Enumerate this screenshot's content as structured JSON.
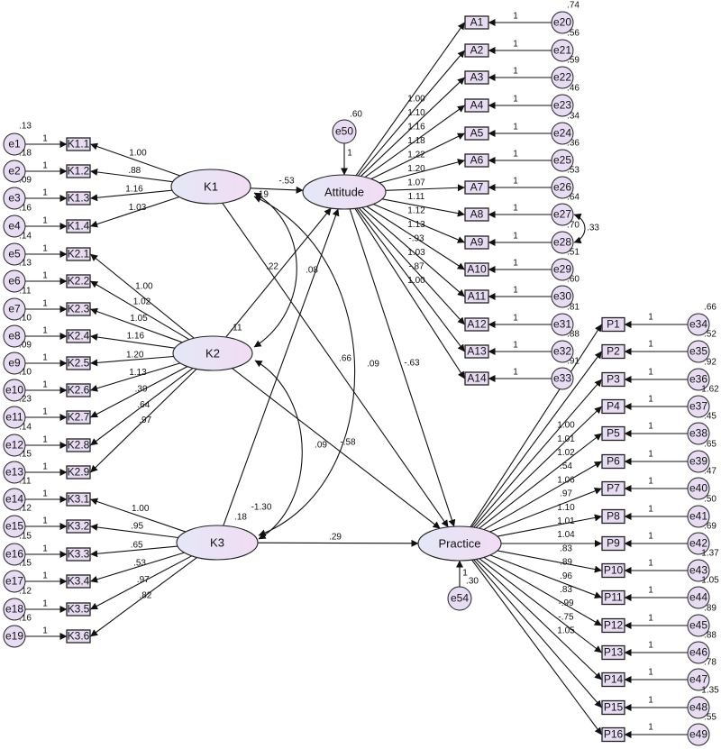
{
  "latents": [
    {
      "id": "K1",
      "label": "K1",
      "var": ""
    },
    {
      "id": "K2",
      "label": "K2",
      "var": ".11"
    },
    {
      "id": "K3",
      "label": "K3",
      "var": ".18"
    },
    {
      "id": "Attitude",
      "label": "Attitude",
      "var": ""
    },
    {
      "id": "Practice",
      "label": "Practice",
      "var": ""
    }
  ],
  "disturbances": [
    {
      "id": "e50",
      "label": "e50",
      "var": ".60",
      "loading": "1"
    },
    {
      "id": "e54",
      "label": "e54",
      "var": ".30",
      "loading": "1"
    }
  ],
  "indicators": {
    "K1": [
      {
        "name": "K1.1",
        "error": "e1",
        "err_var": ".13",
        "err_loading": "1",
        "loading": "1.00"
      },
      {
        "name": "K1.2",
        "error": "e2",
        "err_var": ".18",
        "err_loading": "1",
        "loading": ".88"
      },
      {
        "name": "K1.3",
        "error": "e3",
        "err_var": ".09",
        "err_loading": "1",
        "loading": "1.16"
      },
      {
        "name": "K1.4",
        "error": "e4",
        "err_var": ".16",
        "err_loading": "1",
        "loading": "1.03"
      }
    ],
    "K2": [
      {
        "name": "K2.1",
        "error": "e5",
        "err_var": ".14",
        "err_loading": "1",
        "loading": "1.00"
      },
      {
        "name": "K2.2",
        "error": "e6",
        "err_var": ".13",
        "err_loading": "1",
        "loading": "1.02"
      },
      {
        "name": "K2.3",
        "error": "e7",
        "err_var": ".11",
        "err_loading": "1",
        "loading": "1.05"
      },
      {
        "name": "K2.4",
        "error": "e8",
        "err_var": ".10",
        "err_loading": "1",
        "loading": "1.16"
      },
      {
        "name": "K2.5",
        "error": "e9",
        "err_var": ".09",
        "err_loading": "1",
        "loading": "1.20"
      },
      {
        "name": "K2.6",
        "error": "e10",
        "err_var": ".10",
        "err_loading": "1",
        "loading": "1.13"
      },
      {
        "name": "K2.7",
        "error": "e11",
        "err_var": ".23",
        "err_loading": "1",
        "loading": ".39"
      },
      {
        "name": "K2.8",
        "error": "e12",
        "err_var": ".14",
        "err_loading": "1",
        "loading": ".64"
      },
      {
        "name": "K2.9",
        "error": "e13",
        "err_var": ".15",
        "err_loading": "1",
        "loading": ".97"
      }
    ],
    "K3": [
      {
        "name": "K3.1",
        "error": "e14",
        "err_var": ".11",
        "err_loading": "1",
        "loading": "1.00"
      },
      {
        "name": "K3.2",
        "error": "e15",
        "err_var": ".12",
        "err_loading": "1",
        "loading": ".95"
      },
      {
        "name": "K3.3",
        "error": "e16",
        "err_var": ".15",
        "err_loading": "1",
        "loading": ".65"
      },
      {
        "name": "K3.4",
        "error": "e17",
        "err_var": ".15",
        "err_loading": "1",
        "loading": ".53"
      },
      {
        "name": "K3.5",
        "error": "e18",
        "err_var": ".12",
        "err_loading": "1",
        "loading": ".97"
      },
      {
        "name": "K3.6",
        "error": "e19",
        "err_var": ".16",
        "err_loading": "1",
        "loading": ".82"
      }
    ],
    "Attitude": [
      {
        "name": "A1",
        "error": "e20",
        "err_var": ".74",
        "err_loading": "1",
        "loading": "1.00"
      },
      {
        "name": "A2",
        "error": "e21",
        "err_var": ".56",
        "err_loading": "1",
        "loading": "1.10"
      },
      {
        "name": "A3",
        "error": "e22",
        "err_var": ".59",
        "err_loading": "1",
        "loading": "1.16"
      },
      {
        "name": "A4",
        "error": "e23",
        "err_var": ".46",
        "err_loading": "1",
        "loading": "1.18"
      },
      {
        "name": "A5",
        "error": "e24",
        "err_var": ".34",
        "err_loading": "1",
        "loading": "1.22"
      },
      {
        "name": "A6",
        "error": "e25",
        "err_var": ".36",
        "err_loading": "1",
        "loading": "1.20"
      },
      {
        "name": "A7",
        "error": "e26",
        "err_var": ".53",
        "err_loading": "1",
        "loading": "1.07"
      },
      {
        "name": "A8",
        "error": "e27",
        "err_var": ".64",
        "err_loading": "1",
        "loading": "1.11"
      },
      {
        "name": "A9",
        "error": "e28",
        "err_var": ".70",
        "err_loading": "1",
        "loading": "1.12"
      },
      {
        "name": "A10",
        "error": "e29",
        "err_var": ".51",
        "err_loading": "1",
        "loading": "1.13"
      },
      {
        "name": "A11",
        "error": "e30",
        "err_var": ".60",
        "err_loading": "1",
        "loading": "-.93"
      },
      {
        "name": "A12",
        "error": "e31",
        "err_var": ".81",
        "err_loading": "1",
        "loading": "1.03"
      },
      {
        "name": "A13",
        "error": "e32",
        "err_var": ".88",
        "err_loading": "1",
        "loading": "-.87"
      },
      {
        "name": "A14",
        "error": "e33",
        "err_var": ".91",
        "err_loading": "1",
        "loading": "1.00"
      }
    ],
    "Practice": [
      {
        "name": "P1",
        "error": "e34",
        "err_var": ".66",
        "err_loading": "1",
        "loading": "1.00"
      },
      {
        "name": "P2",
        "error": "e35",
        "err_var": ".52",
        "err_loading": "1",
        "loading": "1.01"
      },
      {
        "name": "P3",
        "error": "e36",
        "err_var": ".92",
        "err_loading": "1",
        "loading": "1.02"
      },
      {
        "name": "P4",
        "error": "e37",
        "err_var": "1.62",
        "err_loading": "1",
        "loading": ".54"
      },
      {
        "name": "P5",
        "error": "e38",
        "err_var": ".45",
        "err_loading": "1",
        "loading": "1.06"
      },
      {
        "name": "P6",
        "error": "e39",
        "err_var": ".65",
        "err_loading": "1",
        "loading": ".97"
      },
      {
        "name": "P7",
        "error": "e40",
        "err_var": ".47",
        "err_loading": "1",
        "loading": "1.10"
      },
      {
        "name": "P8",
        "error": "e41",
        "err_var": ".50",
        "err_loading": "1",
        "loading": "1.01"
      },
      {
        "name": "P9",
        "error": "e42",
        "err_var": ".69",
        "err_loading": "1",
        "loading": "1.04"
      },
      {
        "name": "P10",
        "error": "e43",
        "err_var": "1.37",
        "err_loading": "1",
        "loading": ".83"
      },
      {
        "name": "P11",
        "error": "e44",
        "err_var": "1.05",
        "err_loading": "1",
        "loading": ".89"
      },
      {
        "name": "P12",
        "error": "e45",
        "err_var": ".89",
        "err_loading": "1",
        "loading": ".96"
      },
      {
        "name": "P13",
        "error": "e46",
        "err_var": ".88",
        "err_loading": "1",
        "loading": ".83"
      },
      {
        "name": "P14",
        "error": "e47",
        "err_var": ".78",
        "err_loading": "1",
        "loading": "-.99"
      },
      {
        "name": "P15",
        "error": "e48",
        "err_var": "1.35",
        "err_loading": "1",
        "loading": "-.75"
      },
      {
        "name": "P16",
        "error": "e49",
        "err_var": ".55",
        "err_loading": "1",
        "loading": "1.05"
      }
    ]
  },
  "structural_paths": [
    {
      "from": "K1",
      "to": "Attitude",
      "coef": "-.53"
    },
    {
      "from": "K2",
      "to": "Attitude",
      "coef": ".22"
    },
    {
      "from": "K3",
      "to": "Attitude",
      "coef": "-1.30"
    },
    {
      "from": "K1",
      "to": "Practice",
      "coef": ".66"
    },
    {
      "from": "K2",
      "to": "Practice",
      "coef": "-.58"
    },
    {
      "from": "K3",
      "to": "Practice",
      "coef": ".29"
    },
    {
      "from": "Attitude",
      "to": "Practice",
      "coef": "-.63"
    }
  ],
  "covariances": [
    {
      "a": "K1",
      "b": "K2",
      "value": ".08"
    },
    {
      "a": "K1",
      "b": "K3",
      "value": ".09"
    },
    {
      "a": "K2",
      "b": "K3",
      "value": ".09"
    },
    {
      "a": "e27",
      "b": "e28",
      "value": ".33"
    }
  ],
  "extra_labels": [
    ".19"
  ]
}
